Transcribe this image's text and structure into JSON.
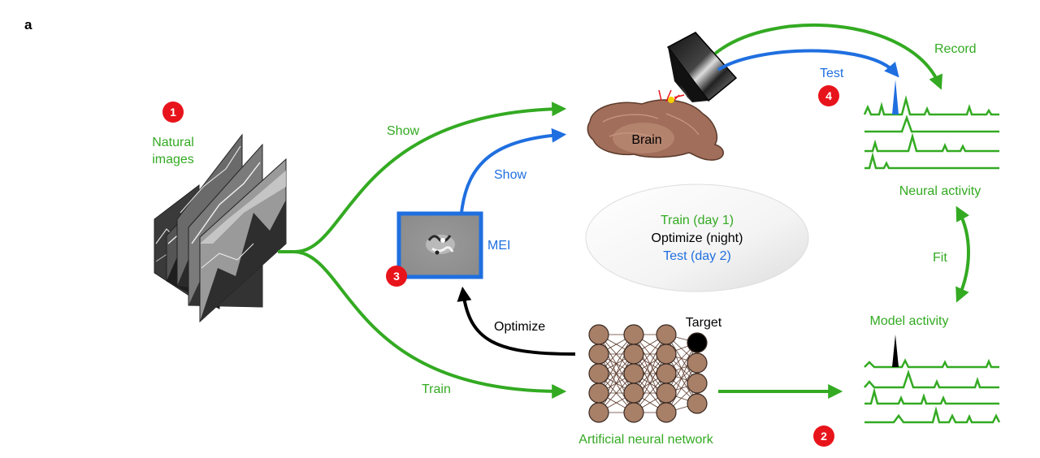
{
  "panel_letter": "a",
  "colors": {
    "green": "#33aa22",
    "blue": "#1f6fe0",
    "black": "#000000",
    "red_badge": "#e8141b",
    "neuron": "#a87f67",
    "brain": "#a06e5a"
  },
  "labels": {
    "natural_images": [
      "Natural",
      "images"
    ],
    "show_green": "Show",
    "show_blue": "Show",
    "mei": "MEI",
    "brain": "Brain",
    "test": "Test",
    "record": "Record",
    "neural_activity": "Neural activity",
    "fit": "Fit",
    "model_activity": "Model activity",
    "target": "Target",
    "optimize": "Optimize",
    "train": "Train",
    "ann": "Artificial neural network"
  },
  "schedule": {
    "train": "Train (day 1)",
    "optimize": "Optimize (night)",
    "test": "Test (day 2)"
  },
  "badges": [
    "1",
    "2",
    "3",
    "4"
  ]
}
